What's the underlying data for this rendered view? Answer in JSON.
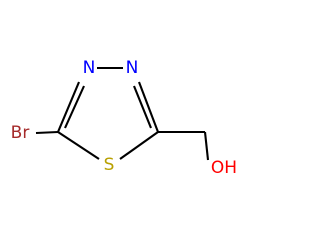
{
  "molecule": {
    "atoms": {
      "bromine": "Br",
      "nitrogen_left": "N",
      "nitrogen_right": "N",
      "sulfur": "S",
      "hydroxyl": "OH"
    },
    "colors": {
      "bromine": "#a52a2a",
      "nitrogen": "#0000ff",
      "sulfur": "#b8a000",
      "oxygen": "#ff0000",
      "bond": "#000000"
    }
  }
}
